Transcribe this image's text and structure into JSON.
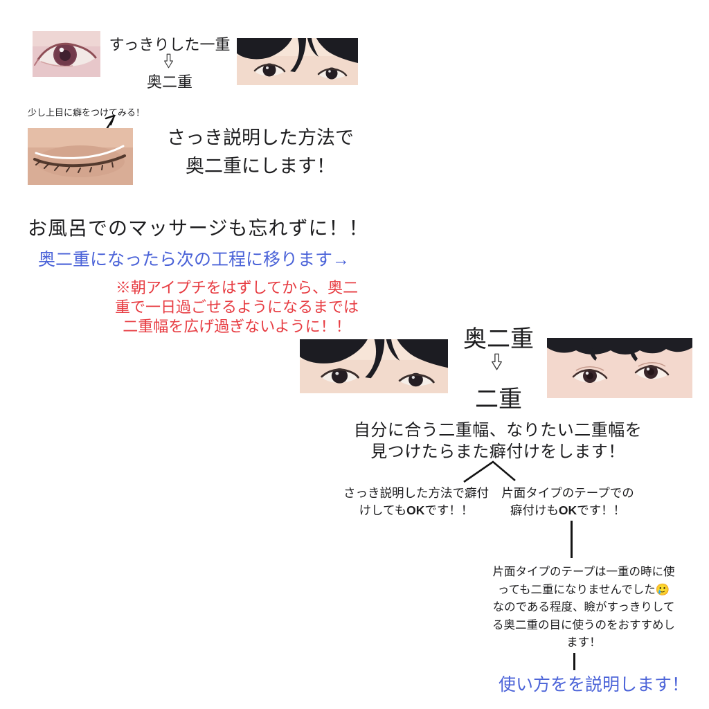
{
  "colors": {
    "text": "#1d1d1f",
    "blue": "#4b63d8",
    "red": "#e73c42",
    "line": "#141414"
  },
  "icons": {
    "down_arrow": "⇩",
    "right_arrow": "→",
    "up_right_arrow": "↗",
    "branch": "∧"
  },
  "images": {
    "top_left": "single-eyelid-eye-photo",
    "top_right": "eyes-with-bangs-photo",
    "closed_eye": "closed-eye-with-white-crease-line-photo",
    "mid_left": "okubutae-eyes-photo",
    "mid_right": "futae-eyes-photo"
  },
  "intro": {
    "before": "すっきりした一重",
    "after": "奥二重"
  },
  "step2": {
    "hint": "少し上目に癖をつけてみる！",
    "statement_line1": "さっき説明した方法で",
    "statement_line2": "奥二重にします！"
  },
  "reminder": "お風呂でのマッサージも忘れずに！！",
  "next_step": "奥二重になったら次の工程に移ります→",
  "warning": {
    "lines": [
      "※朝アイプチをはずしてから、奥二",
      "重で一日過ごせるようになるまでは",
      "二重幅を広げ過ぎないように！！"
    ]
  },
  "transition": {
    "from": "奥二重",
    "to": "二重"
  },
  "step3": {
    "line1": "自分に合う二重幅、なりたい二重幅を",
    "line2": "見つけたらまた癖付けをします！"
  },
  "option_left": {
    "line1": "さっき説明した方法で癖付",
    "line2_pre": "けしても",
    "line2_bold": "OK",
    "line2_post": "です！！"
  },
  "option_right": {
    "line1": "片面タイプのテープでの",
    "line2_pre": "癖付けも",
    "line2_bold": "OK",
    "line2_post": "です！！"
  },
  "tape_note": {
    "lines": [
      "片面タイプのテープは一重の時に使",
      "っても二重になりませんでした🥲",
      "なのである程度、瞼がすっきりして",
      "る奥二重の目に使うのをおすすめし",
      "ます！"
    ]
  },
  "cta": "使い方をを説明します！"
}
